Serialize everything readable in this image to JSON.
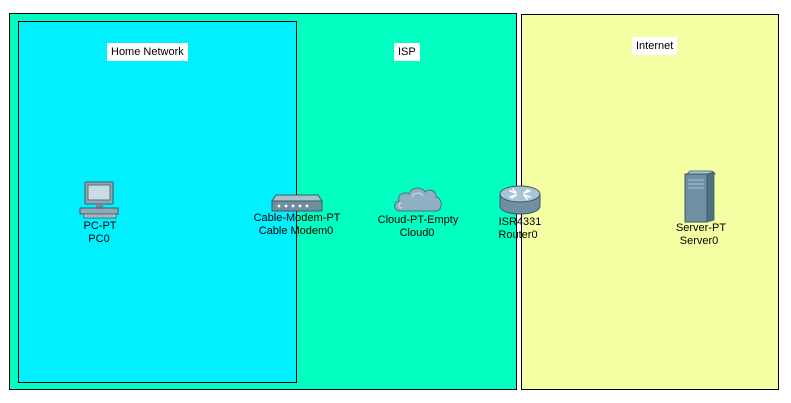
{
  "colors": {
    "isp_zone": "#00ffc0",
    "home_zone": "#00f0ff",
    "internet_zone": "#f4ffa4"
  },
  "zones": {
    "home": {
      "label": "Home Network"
    },
    "isp": {
      "label": "ISP"
    },
    "internet": {
      "label": "Internet"
    }
  },
  "devices": {
    "pc": {
      "model": "PC-PT",
      "name": "PC0",
      "icon": "pc-icon"
    },
    "modem": {
      "model": "Cable-Modem-PT",
      "name": "Cable Modem0",
      "icon": "cable-modem-icon"
    },
    "cloud": {
      "model": "Cloud-PT-Empty",
      "name": "Cloud0",
      "icon": "cloud-icon"
    },
    "router": {
      "model": "ISR4331",
      "name": "Router0",
      "icon": "router-icon"
    },
    "server": {
      "model": "Server-PT",
      "name": "Server0",
      "icon": "server-icon"
    }
  }
}
